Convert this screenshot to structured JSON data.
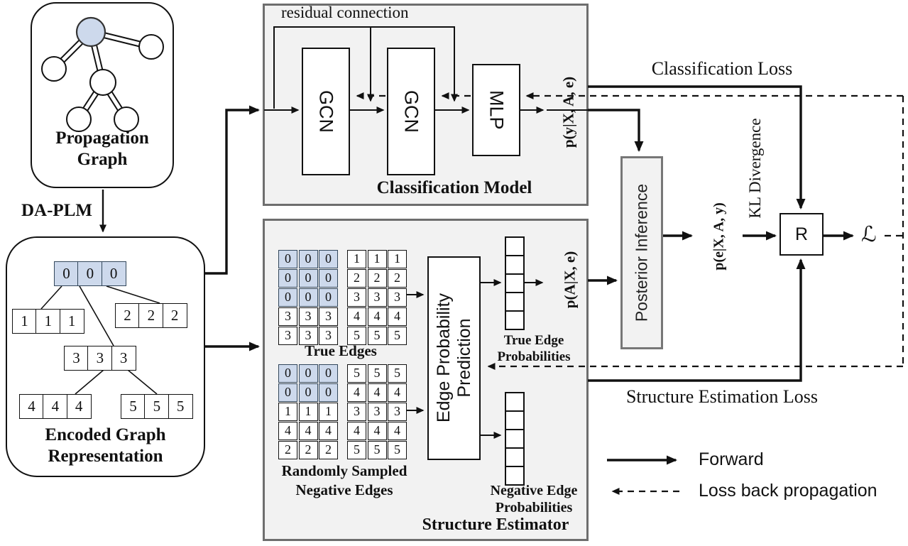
{
  "propagation_graph": {
    "title_line1": "Propagation",
    "title_line2": "Graph",
    "node_count": 6,
    "highlighted_node_count": 1,
    "edge_count": 5
  },
  "encoded_graph": {
    "arrow_label": "DA-PLM",
    "title_line1": "Encoded Graph",
    "title_line2": "Representation",
    "rows": [
      {
        "cells": [
          "0",
          "0",
          "0"
        ],
        "blue": true
      },
      {
        "cells": [
          "1",
          "1",
          "1"
        ],
        "blue": false
      },
      {
        "cells": [
          "2",
          "2",
          "2"
        ],
        "blue": false
      },
      {
        "cells": [
          "3",
          "3",
          "3"
        ],
        "blue": false
      },
      {
        "cells": [
          "4",
          "4",
          "4"
        ],
        "blue": false
      },
      {
        "cells": [
          "5",
          "5",
          "5"
        ],
        "blue": false
      }
    ]
  },
  "classification_model": {
    "label": "Classification Model",
    "residual_label": "residual connection",
    "gcn1_label": "GCN",
    "gcn2_label": "GCN",
    "mlp_label": "MLP",
    "output_label": "p(y|X, A, e)"
  },
  "structure_estimator": {
    "label": "Structure Estimator",
    "true_edges_label": "True Edges",
    "negative_edges_label_line1": "Randomly Sampled",
    "negative_edges_label_line2": "Negative Edges",
    "predictor_line1": "Edge Probability",
    "predictor_line2": "Prediction",
    "true_matrix_left": [
      {
        "cells": [
          "0",
          "0",
          "0"
        ],
        "blue": true
      },
      {
        "cells": [
          "0",
          "0",
          "0"
        ],
        "blue": true
      },
      {
        "cells": [
          "0",
          "0",
          "0"
        ],
        "blue": true
      },
      {
        "cells": [
          "3",
          "3",
          "3"
        ],
        "blue": false
      },
      {
        "cells": [
          "3",
          "3",
          "3"
        ],
        "blue": false
      }
    ],
    "true_matrix_right": [
      {
        "cells": [
          "1",
          "1",
          "1"
        ],
        "blue": false
      },
      {
        "cells": [
          "2",
          "2",
          "2"
        ],
        "blue": false
      },
      {
        "cells": [
          "3",
          "3",
          "3"
        ],
        "blue": false
      },
      {
        "cells": [
          "4",
          "4",
          "4"
        ],
        "blue": false
      },
      {
        "cells": [
          "5",
          "5",
          "5"
        ],
        "blue": false
      }
    ],
    "neg_matrix_left": [
      {
        "cells": [
          "0",
          "0",
          "0"
        ],
        "blue": true
      },
      {
        "cells": [
          "0",
          "0",
          "0"
        ],
        "blue": true
      },
      {
        "cells": [
          "1",
          "1",
          "1"
        ],
        "blue": false
      },
      {
        "cells": [
          "4",
          "4",
          "4"
        ],
        "blue": false
      },
      {
        "cells": [
          "2",
          "2",
          "2"
        ],
        "blue": false
      }
    ],
    "neg_matrix_right": [
      {
        "cells": [
          "5",
          "5",
          "5"
        ],
        "blue": false
      },
      {
        "cells": [
          "4",
          "4",
          "4"
        ],
        "blue": false
      },
      {
        "cells": [
          "3",
          "3",
          "3"
        ],
        "blue": false
      },
      {
        "cells": [
          "4",
          "4",
          "4"
        ],
        "blue": false
      },
      {
        "cells": [
          "5",
          "5",
          "5"
        ],
        "blue": false
      }
    ],
    "true_vector_size": 5,
    "neg_vector_size": 5,
    "true_probs_line1": "True Edge",
    "true_probs_line2": "Probabilities",
    "neg_probs_line1": "Negative Edge",
    "neg_probs_line2": "Probabilities",
    "output_label": "p(A|X, e)"
  },
  "posterior_inference": {
    "label": "Posterior Inference",
    "output_label": "p(e|X, A, y)"
  },
  "kl_divergence_label": "KL Divergence",
  "regularizer_label": "R",
  "total_loss_symbol": "ℒ",
  "classification_loss_label": "Classification Loss",
  "structure_estimation_loss_label": "Structure Estimation Loss",
  "legend": {
    "forward_label": "Forward",
    "backprop_label": "Loss back propagation"
  },
  "colors": {
    "panel_fill": "#f2f2f2",
    "panel_border": "#6e6e6e",
    "blue_fill": "#cdd9ec",
    "blue_border": "#33475b",
    "line": "#111111"
  }
}
